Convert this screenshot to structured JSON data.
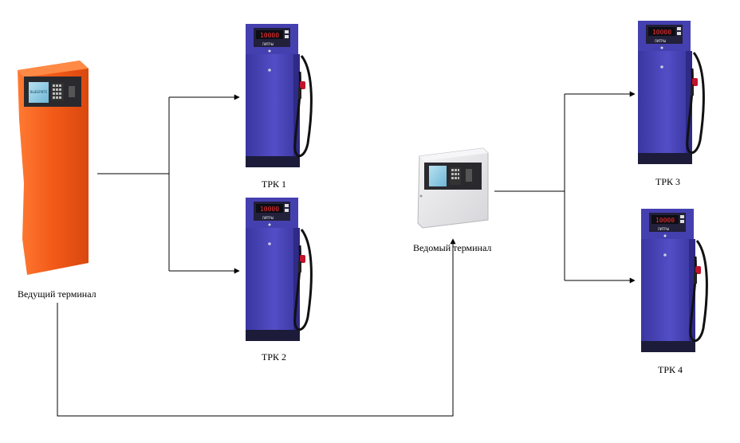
{
  "labels": {
    "master_terminal": "Ведущий терминал",
    "slave_terminal": "Ведомый терминал",
    "pump1": "ТРК 1",
    "pump2": "ТРК 2",
    "pump3": "ТРК 3",
    "pump4": "ТРК 4"
  },
  "pump_display": {
    "digits": "10000",
    "unit": "ЛИТРЫ"
  },
  "colors": {
    "master_body": "#f05a1a",
    "pump_body": "#4a45b8",
    "pump_base": "#1c1c3a",
    "hose": "#111111",
    "nozzle": "#c0142a",
    "slave_body": "#e8e8ea",
    "connector": "#000000"
  }
}
